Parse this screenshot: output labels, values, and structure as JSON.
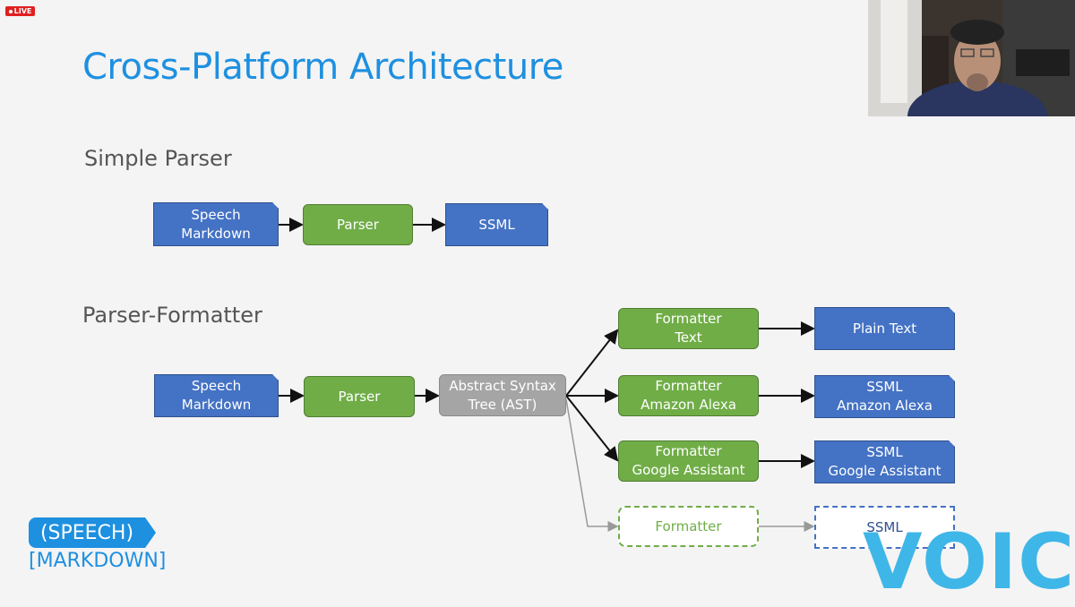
{
  "live_badge": "LIVE",
  "slide": {
    "title": "Cross-Platform Architecture",
    "section1": "Simple Parser",
    "section2": "Parser-Formatter",
    "simple": {
      "input": "Speech\nMarkdown",
      "parser": "Parser",
      "output": "SSML"
    },
    "pf": {
      "input": "Speech\nMarkdown",
      "parser": "Parser",
      "ast": "Abstract Syntax\nTree (AST)",
      "formatters": [
        {
          "formatter": "Formatter\nText",
          "output": "Plain Text"
        },
        {
          "formatter": "Formatter\nAmazon Alexa",
          "output": "SSML\nAmazon Alexa"
        },
        {
          "formatter": "Formatter\nGoogle Assistant",
          "output": "SSML\nGoogle Assistant"
        },
        {
          "formatter": "Formatter",
          "output": "SSML"
        }
      ]
    },
    "logo": {
      "top": "(SPEECH)",
      "bottom": "[MARKDOWN]"
    },
    "voice_logo": "VOICE"
  },
  "colors": {
    "title": "#1e90e0",
    "document": "#4472c4",
    "process": "#70ad47",
    "ast": "#a5a5a5",
    "voice": "#3fb6e8"
  }
}
